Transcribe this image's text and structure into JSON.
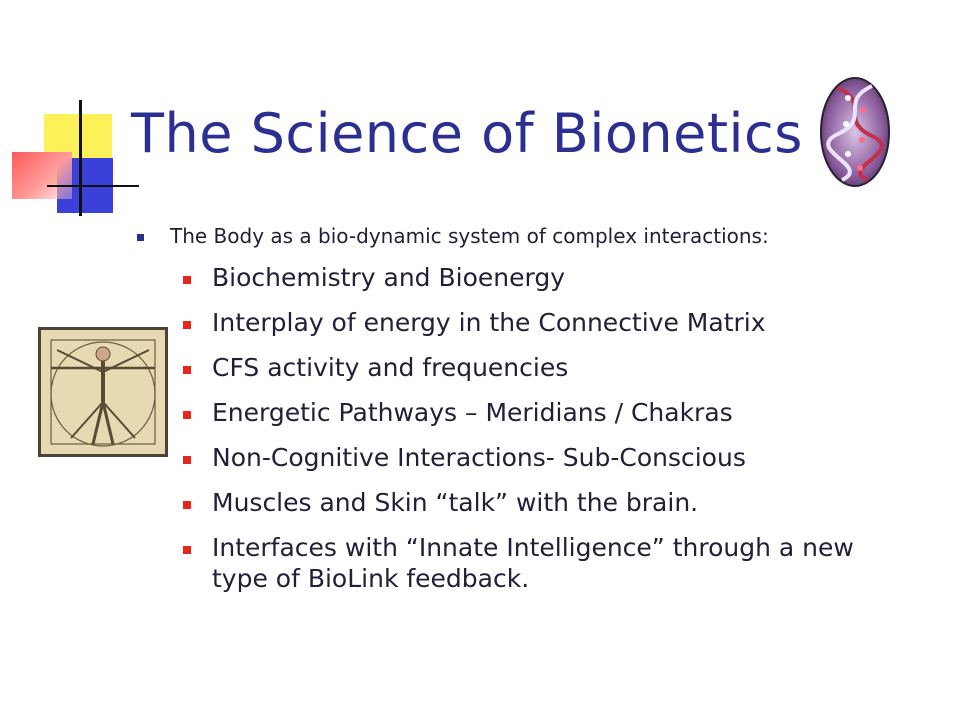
{
  "slide": {
    "title": "The Science of Bionetics",
    "intro": "The Body as a bio-dynamic system of complex interactions:",
    "points": [
      "Biochemistry and Bioenergy",
      "Interplay of energy in the Connective Matrix",
      "CFS activity and frequencies",
      "Energetic Pathways – Meridians / Chakras",
      "Non-Cognitive Interactions- Sub-Conscious",
      "Muscles and Skin “talk” with the  brain.",
      "Interfaces with “Innate Intelligence” through a new type of BioLink feedback."
    ]
  },
  "colors": {
    "title": "#2b2f92",
    "level1_bullet": "#2b2f92",
    "level2_bullet": "#e8261c",
    "accent_yellow": "#fdf15a",
    "accent_blue": "#3b40d9",
    "accent_red": "#ff5a5a"
  },
  "images": {
    "dna": "dna-helix-oval",
    "figure": "vitruvian-man"
  }
}
